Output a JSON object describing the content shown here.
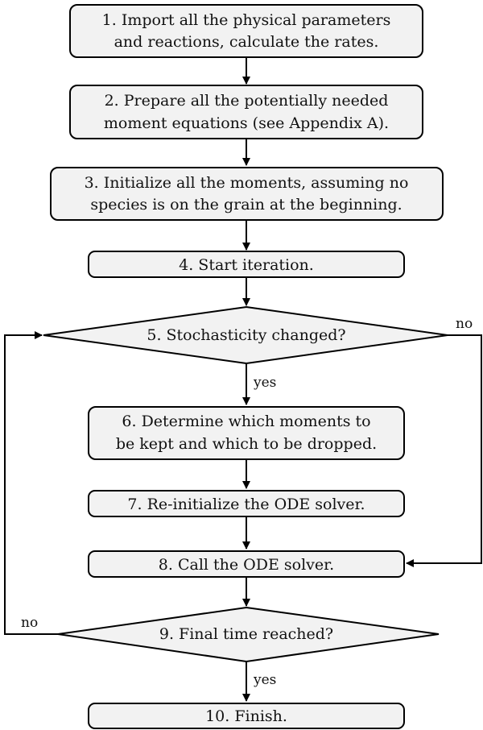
{
  "flowchart": {
    "steps": [
      {
        "id": 1,
        "lines": [
          "1.  Import all the physical parameters",
          "and reactions, calculate the rates."
        ]
      },
      {
        "id": 2,
        "lines": [
          "2.  Prepare all the potentially needed",
          "moment equations (see Appendix A)."
        ]
      },
      {
        "id": 3,
        "lines": [
          "3.  Initialize all the moments, assuming no",
          "species is on the grain at the beginning."
        ]
      },
      {
        "id": 4,
        "lines": [
          "4.  Start iteration."
        ]
      },
      {
        "id": 5,
        "lines": [
          "5.  Stochasticity changed?"
        ],
        "type": "decision"
      },
      {
        "id": 6,
        "lines": [
          "6.  Determine which moments to",
          "be kept and which to be dropped."
        ]
      },
      {
        "id": 7,
        "lines": [
          "7.  Re-initialize the ODE solver."
        ]
      },
      {
        "id": 8,
        "lines": [
          "8.  Call the ODE solver."
        ]
      },
      {
        "id": 9,
        "lines": [
          "9.  Final time reached?"
        ],
        "type": "decision"
      },
      {
        "id": 10,
        "lines": [
          "10.  Finish."
        ]
      }
    ],
    "edge_labels": {
      "d5_yes": "yes",
      "d5_no": "no",
      "d9_yes": "yes",
      "d9_no": "no"
    }
  }
}
